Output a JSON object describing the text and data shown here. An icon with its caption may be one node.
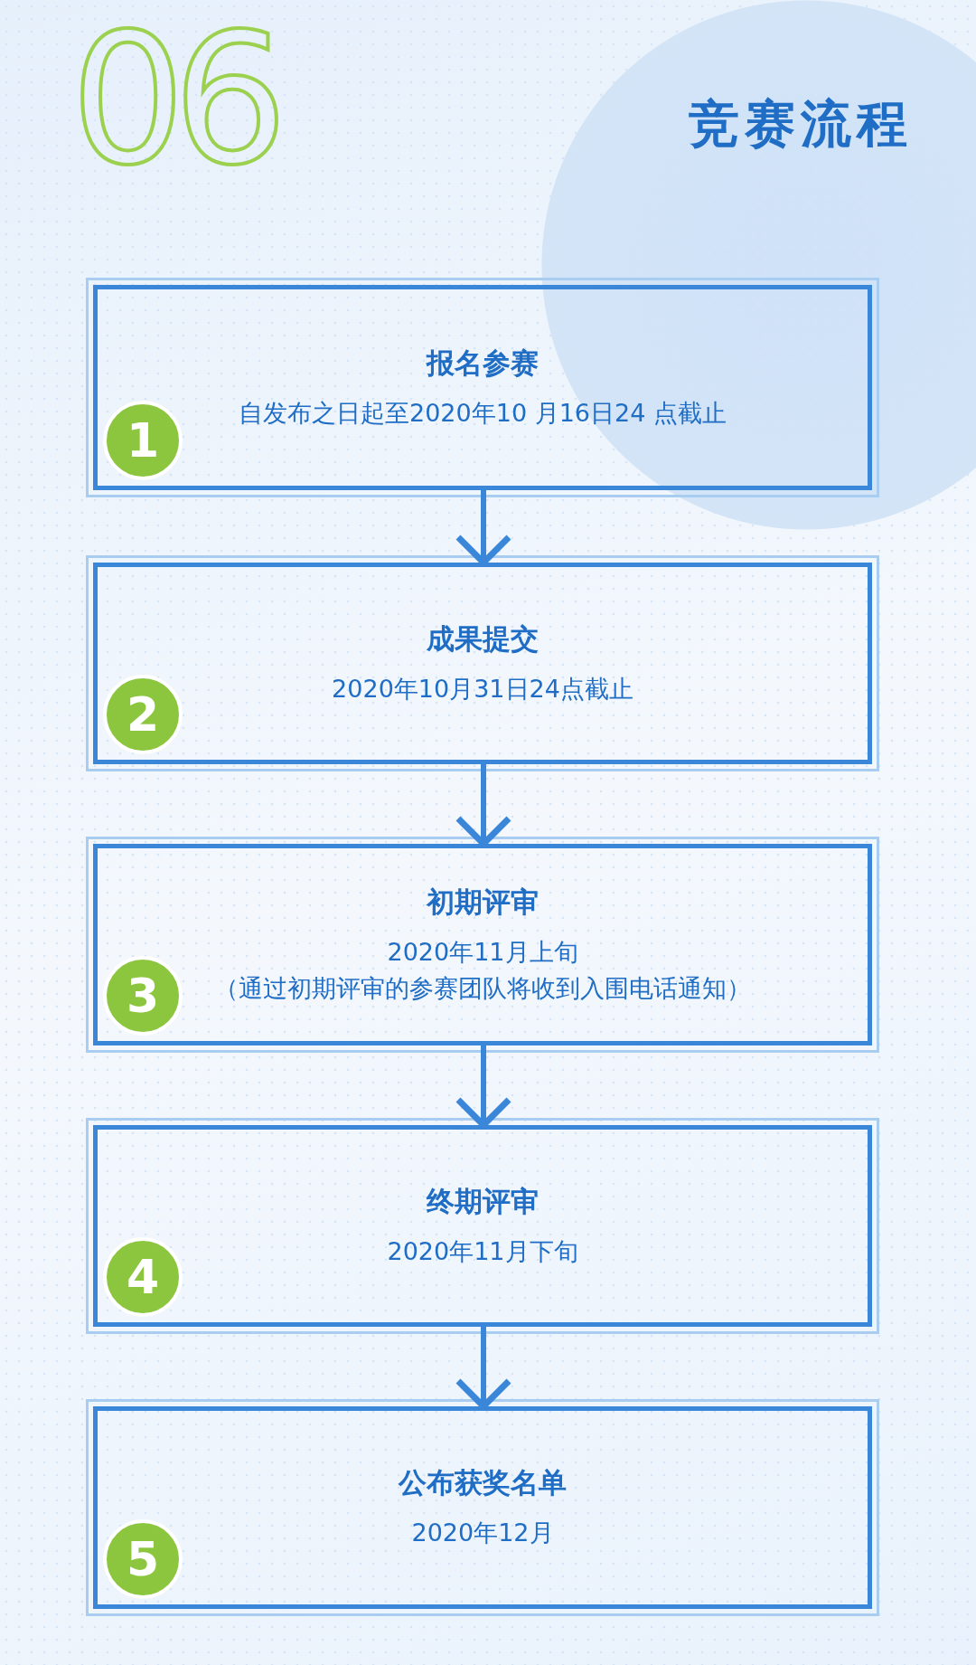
{
  "diagram": {
    "title": "竞赛流程",
    "nodes": [
      {
        "text": [
          "1",
          "报名参赛",
          "自发布之日起至2020年10 月16日24 点截止"
        ]
      },
      {
        "text": [
          "2",
          "成果提交",
          "2020年10月31日24点截止"
        ]
      },
      {
        "text": [
          "3",
          "初期评审",
          "2020年11月上旬",
          "（通过初期评审的参赛团队将收到入围电话通知）"
        ]
      },
      {
        "text": [
          "4",
          "终期评审",
          "2020年11月下旬"
        ]
      },
      {
        "text": [
          "5",
          "公布获奖名单",
          "2020年12月"
        ]
      }
    ],
    "edges": [
      {
        "from": 0,
        "to": 1,
        "arrow": "to"
      },
      {
        "from": 1,
        "to": 2,
        "arrow": "to"
      },
      {
        "from": 2,
        "to": 3,
        "arrow": "to"
      },
      {
        "from": 3,
        "to": 4,
        "arrow": "to"
      }
    ],
    "labels": [
      "06"
    ]
  }
}
